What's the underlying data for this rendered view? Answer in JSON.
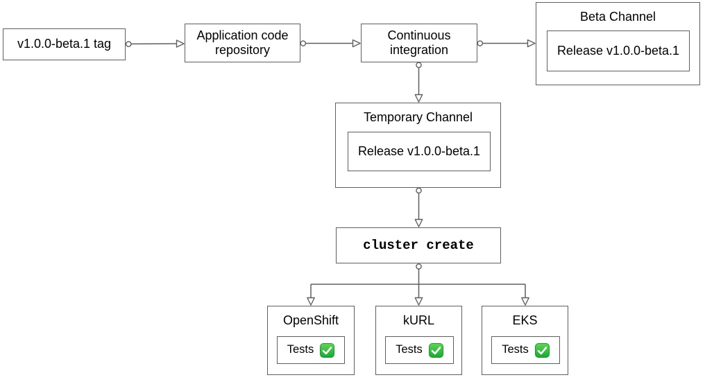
{
  "colors": {
    "background": "#ffffff",
    "box_border": "#5e5e5e",
    "edge_line": "#5e5e5e",
    "text": "#000000",
    "check_green_light": "#5fd653",
    "check_green_dark": "#17a833",
    "check_mark": "#ffffff"
  },
  "nodes": {
    "tag": {
      "label": "v1.0.0-beta.1 tag"
    },
    "repo": {
      "label": "Application code repository"
    },
    "ci": {
      "label": "Continuous integration"
    },
    "beta_channel": {
      "title": "Beta Channel",
      "release_label": "Release v1.0.0-beta.1"
    },
    "temporary_channel": {
      "title": "Temporary Channel",
      "release_label": "Release v1.0.0-beta.1"
    },
    "cluster_create": {
      "label": "cluster create"
    },
    "openshift": {
      "title": "OpenShift",
      "tests_label": "Tests",
      "status_icon": "check-mark-icon"
    },
    "kurl": {
      "title": "kURL",
      "tests_label": "Tests",
      "status_icon": "check-mark-icon"
    },
    "eks": {
      "title": "EKS",
      "tests_label": "Tests",
      "status_icon": "check-mark-icon"
    }
  },
  "edges": [
    {
      "from": "v1.0.0-beta.1 tag",
      "to": "Application code repository"
    },
    {
      "from": "Application code repository",
      "to": "Continuous integration"
    },
    {
      "from": "Continuous integration",
      "to": "Beta Channel"
    },
    {
      "from": "Continuous integration",
      "to": "Temporary Channel"
    },
    {
      "from": "Temporary Channel",
      "to": "cluster create"
    },
    {
      "from": "cluster create",
      "to": "OpenShift"
    },
    {
      "from": "cluster create",
      "to": "kURL"
    },
    {
      "from": "cluster create",
      "to": "EKS"
    }
  ]
}
